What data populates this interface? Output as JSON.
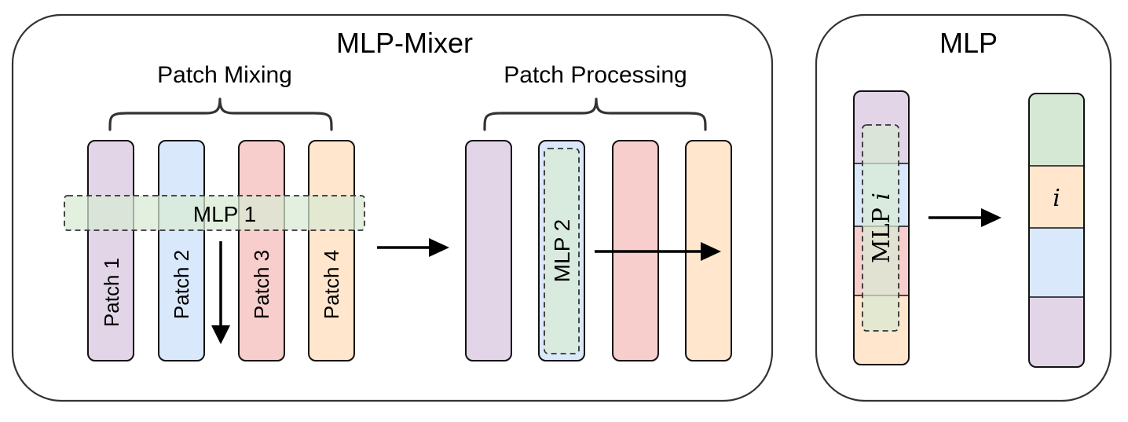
{
  "left_panel": {
    "title": "MLP-Mixer",
    "mixing_label": "Patch Mixing",
    "processing_label": "Patch Processing",
    "patches": [
      "Patch 1",
      "Patch 2",
      "Patch 3",
      "Patch 4"
    ],
    "mlp1_label": "MLP 1",
    "mlp2_label": "MLP 2"
  },
  "right_panel": {
    "title": "MLP",
    "mlp_i_label": "MLP i",
    "output_label": "i"
  },
  "colors": {
    "purple": "#e1d5e7",
    "blue": "#dae8fc",
    "red": "#f8cecc",
    "orange": "#ffe6cc",
    "green": "#d5e8d4",
    "panel_border": "#333333"
  }
}
